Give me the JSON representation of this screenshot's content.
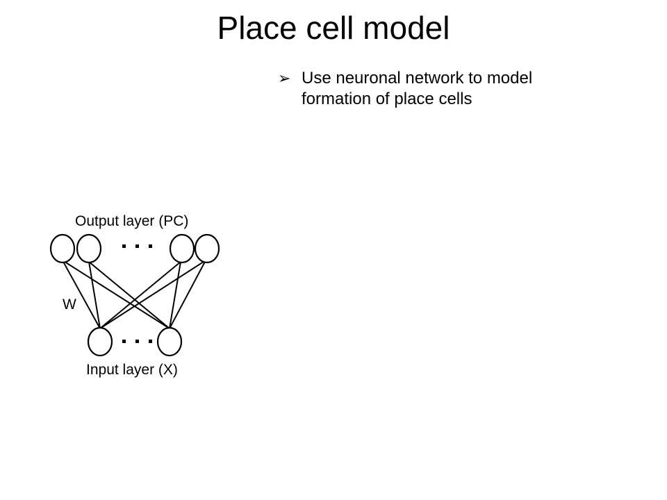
{
  "slide": {
    "title": "Place cell model",
    "bullet": {
      "marker": "➢",
      "text": "Use neuronal network to model formation of place cells"
    }
  },
  "diagram": {
    "output_layer_label": "Output layer (PC)",
    "input_layer_label": "Input layer (X)",
    "weight_label": "W",
    "ellipsis": "· · ·"
  }
}
